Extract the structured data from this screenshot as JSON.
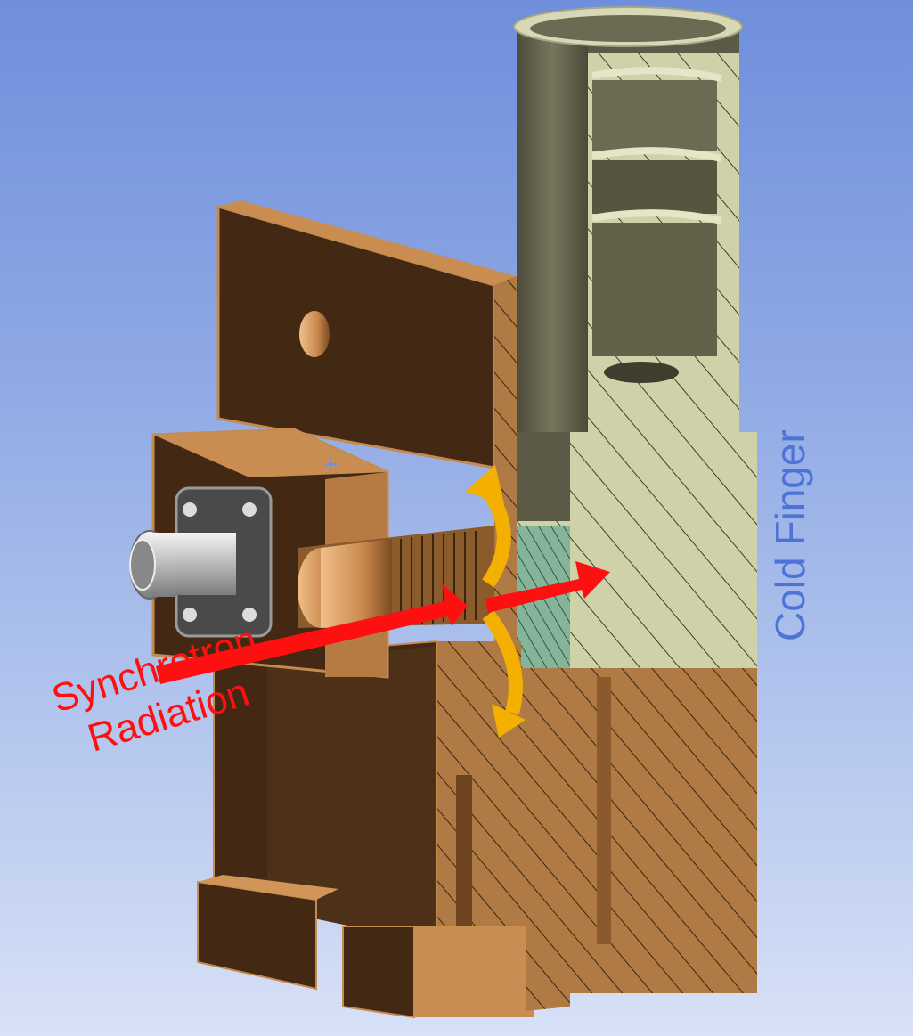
{
  "labels": {
    "radiation_line1": "Synchrotron",
    "radiation_line2": "Radiation",
    "cold_finger": "Cold Finger"
  },
  "colors": {
    "copper_dark": "#432914",
    "copper_light": "#c0854a",
    "cold_finger": "#cfd2a8",
    "radiation_arrow": "#ff1010",
    "heat_arrow": "#f4b000",
    "cold_finger_label": "#4c74d6"
  }
}
